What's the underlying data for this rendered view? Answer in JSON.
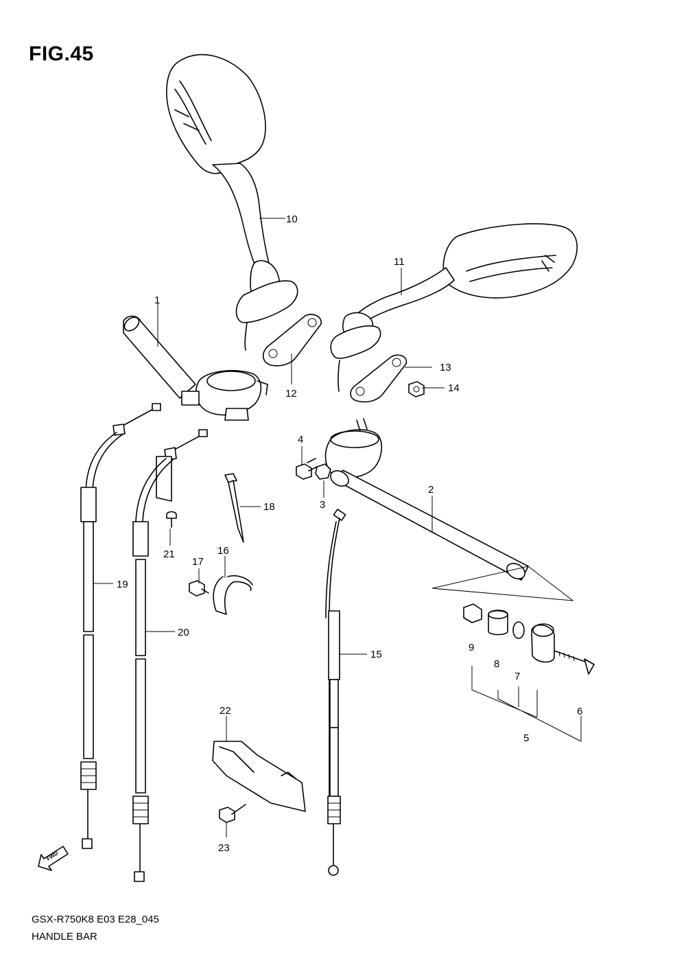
{
  "figure": {
    "title": "FIG.45",
    "model_code": "GSX-R750K8 E03 E28_045",
    "section_title": "HANDLE BAR"
  },
  "fwd_label": "FWD",
  "callouts": [
    "1",
    "2",
    "3",
    "4",
    "5",
    "6",
    "7",
    "8",
    "9",
    "10",
    "11",
    "12",
    "13",
    "14",
    "15",
    "16",
    "17",
    "18",
    "19",
    "20",
    "21",
    "22",
    "23"
  ]
}
